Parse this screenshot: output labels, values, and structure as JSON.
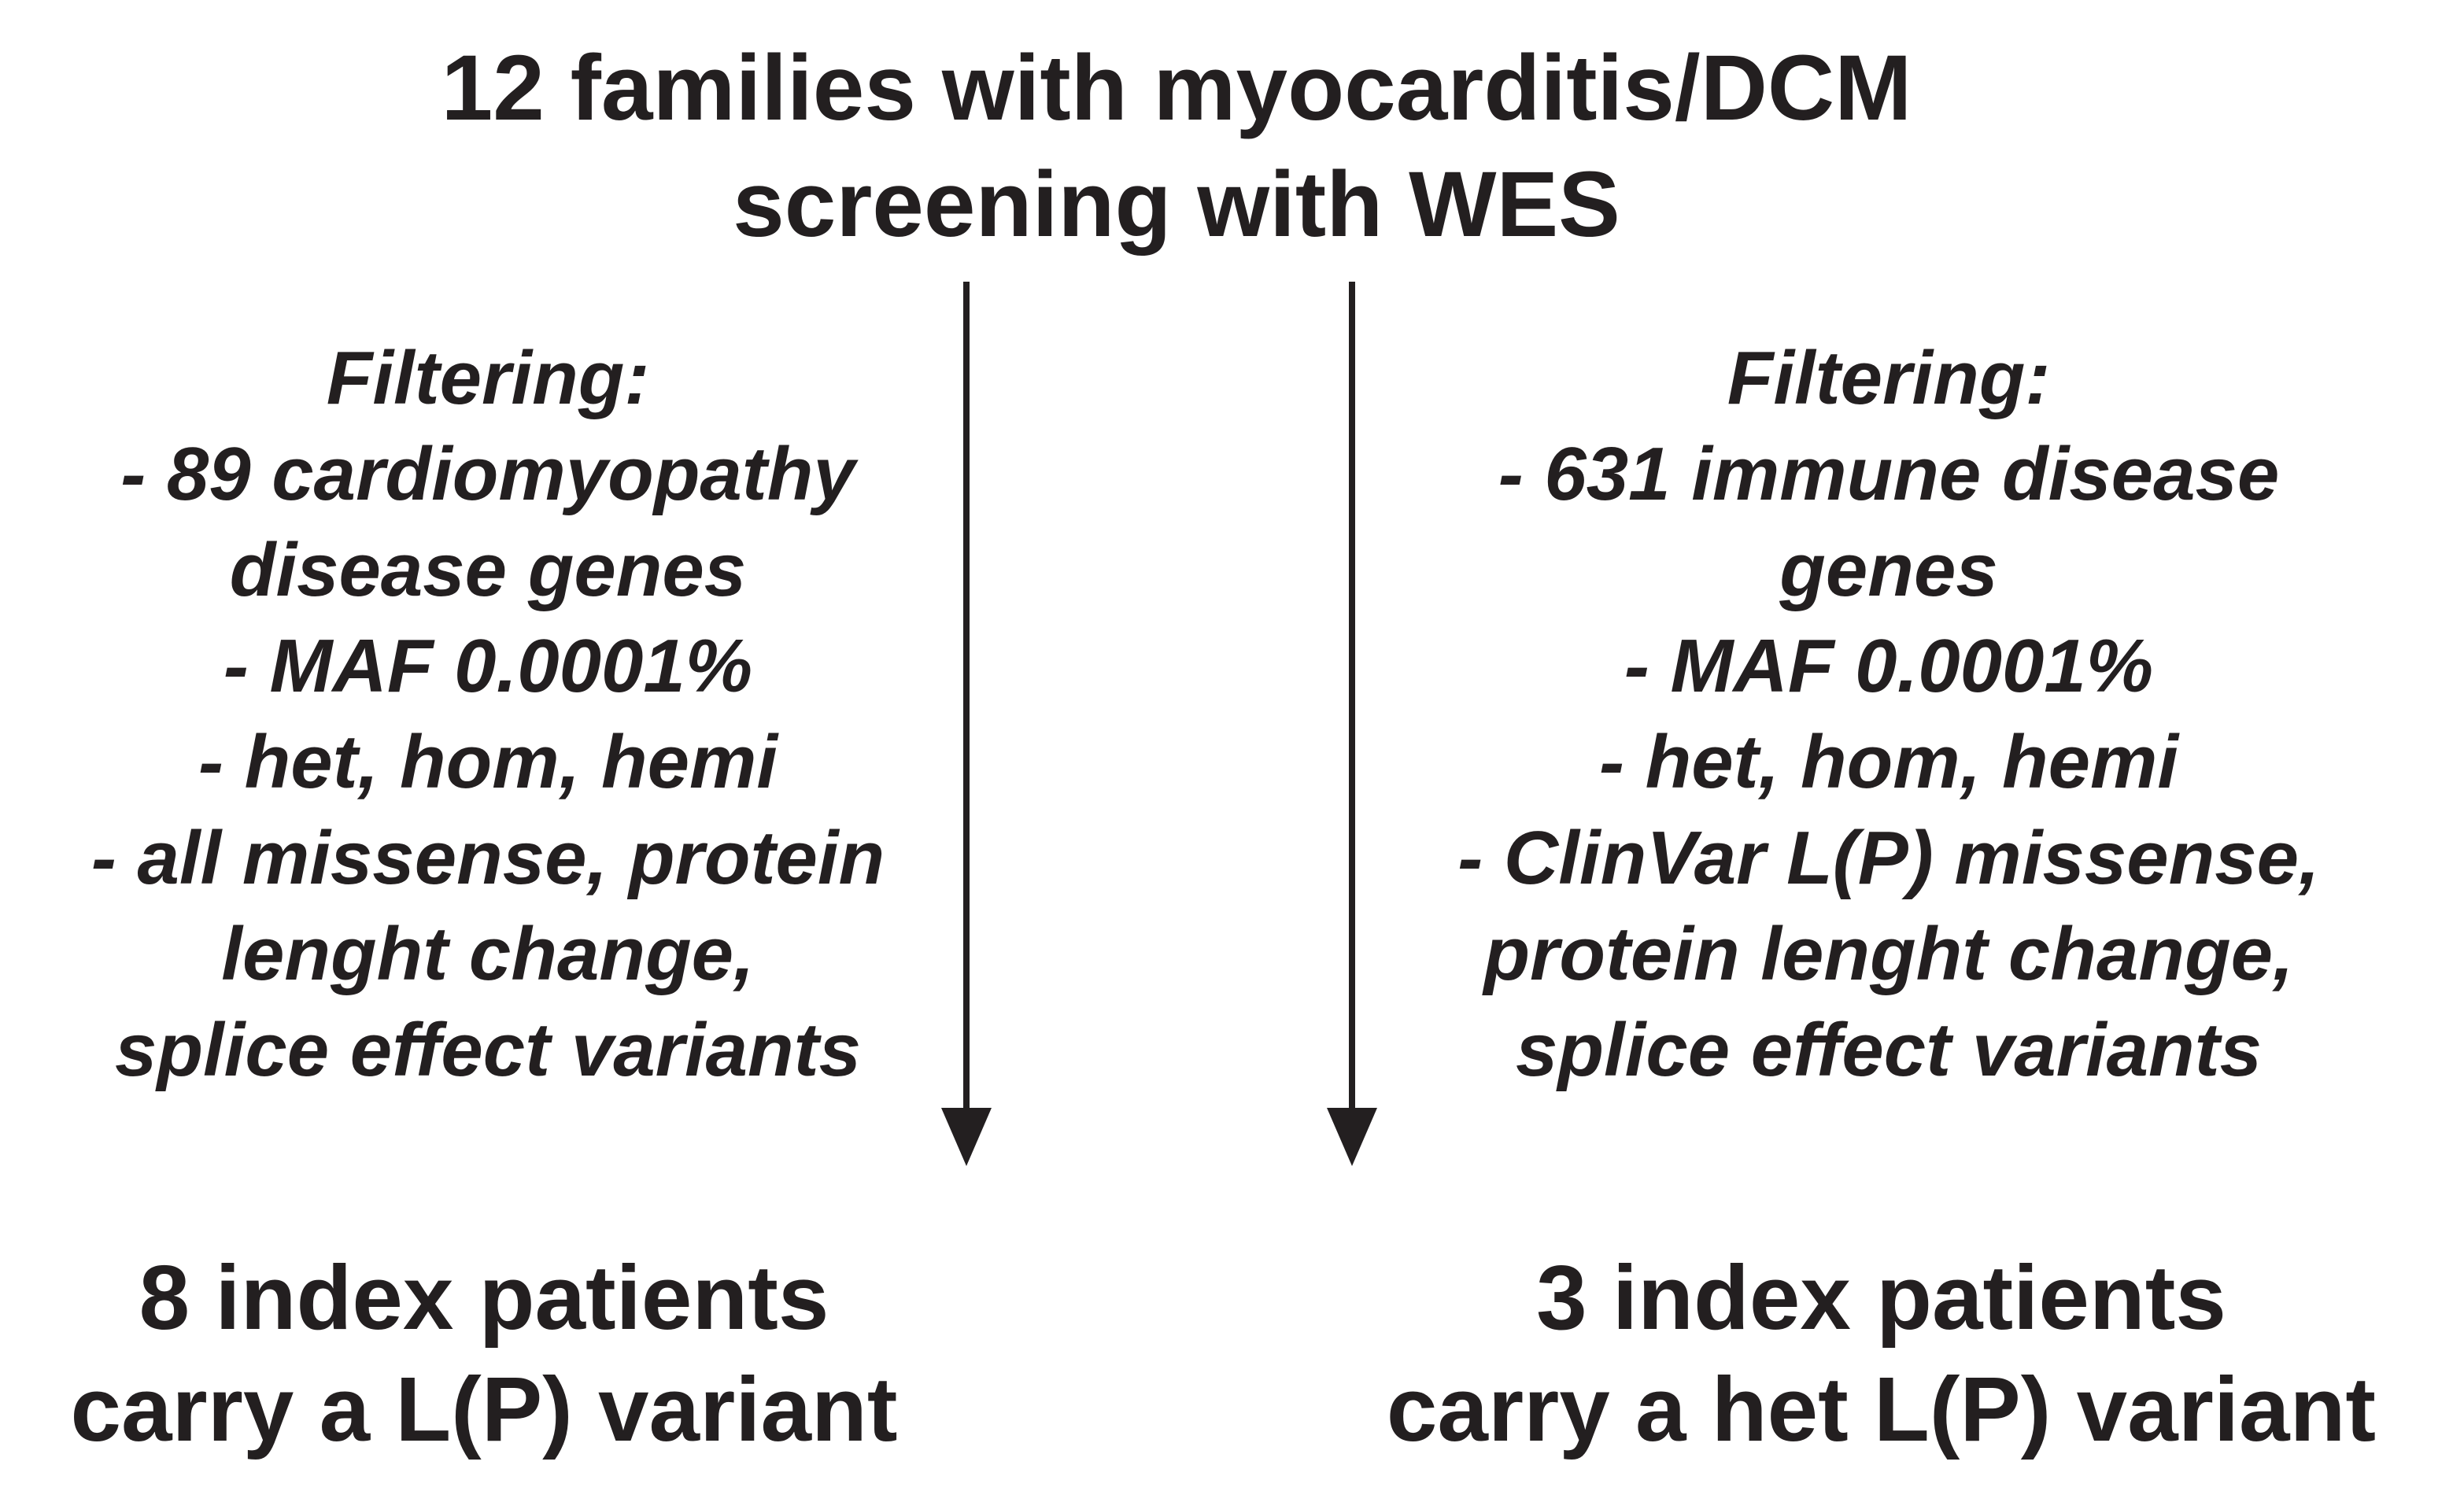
{
  "title": {
    "lines": [
      "12 families with myocarditis/DCM",
      "screening with WES"
    ]
  },
  "left_filter": {
    "lines": [
      "Filtering:",
      "- 89 cardiomyopathy",
      "disease genes",
      "- MAF 0.0001%",
      "- het, hom, hemi",
      "- all missense, protein",
      "lenght change,",
      "splice effect variants"
    ]
  },
  "right_filter": {
    "lines": [
      "Filtering:",
      "- 631 immune disease",
      "genes",
      "- MAF 0.0001%",
      "- het, hom, hemi",
      "- ClinVar L(P) missense,",
      "protein lenght change,",
      "splice effect variants"
    ]
  },
  "left_result": {
    "lines": [
      "8 index patients",
      "carry a L(P) variant"
    ]
  },
  "right_result": {
    "lines": [
      "3 index patients",
      "carry a het L(P) variant"
    ]
  },
  "colors": {
    "text": "#231f20",
    "arrow": "#231f20",
    "background": "#ffffff"
  },
  "icons": {
    "left_arrow": "down-arrow",
    "right_arrow": "down-arrow"
  }
}
